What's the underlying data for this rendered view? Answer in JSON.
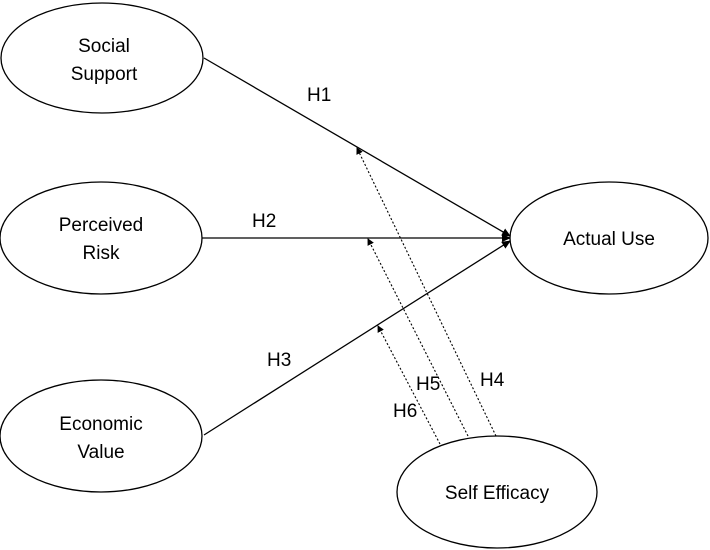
{
  "nodes": {
    "social_support": {
      "line1": "Social",
      "line2": "Support"
    },
    "perceived_risk": {
      "line1": "Perceived",
      "line2": "Risk"
    },
    "economic_value": {
      "line1": "Economic",
      "line2": "Value"
    },
    "actual_use": {
      "label": "Actual Use"
    },
    "self_efficacy": {
      "label": "Self Efficacy"
    }
  },
  "hypotheses": {
    "h1": "H1",
    "h2": "H2",
    "h3": "H3",
    "h4": "H4",
    "h5": "H5",
    "h6": "H6"
  },
  "edges": [
    {
      "id": "h1",
      "from": "social_support",
      "to": "actual_use",
      "style": "solid"
    },
    {
      "id": "h2",
      "from": "perceived_risk",
      "to": "actual_use",
      "style": "solid"
    },
    {
      "id": "h3",
      "from": "economic_value",
      "to": "actual_use",
      "style": "solid"
    },
    {
      "id": "h4",
      "from": "self_efficacy",
      "to": "h1",
      "style": "dotted"
    },
    {
      "id": "h5",
      "from": "self_efficacy",
      "to": "h2",
      "style": "dotted"
    },
    {
      "id": "h6",
      "from": "self_efficacy",
      "to": "h3",
      "style": "dotted"
    }
  ],
  "colors": {
    "stroke": "#000000",
    "background": "#ffffff"
  }
}
